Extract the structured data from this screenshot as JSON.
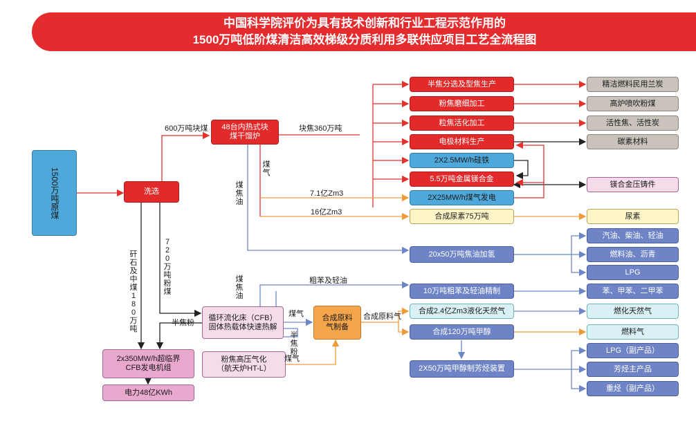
{
  "title_line1": "中国科学院评价为具有技术创新和行业工程示范作用的",
  "title_line2": "1500万吨低阶煤清洁高效梯级分质利用多联供应项目工艺全流程图",
  "nodes": {
    "raw_coal": "1500万吨原煤",
    "washing": "洗选",
    "pyrolysis": "48台内热式块煤干馏炉",
    "cfb_boiler": "2x350MW/h超临界CFB发电机组",
    "power": "电力48亿KWh",
    "cfb_pyrolysis": "循环流化床（CFB）固体热载体快速热解",
    "gasifier": "粉焦高压气化（航天炉HT-L）",
    "syngas_prep": "合成原料气制备",
    "coke_shaping": "半焦分选及型焦生产",
    "coke_grinding": "粉焦磨细加工",
    "activation": "粒焦活化加工",
    "electrode": "电极材料生产",
    "ferrosilicon": "2X2.5MW/h硅铁",
    "magnesium": "5.5万吨金属镁合金",
    "gas_power": "2X25MW/h煤气发电",
    "urea_plant": "合成尿素75万吨",
    "tar_hydro": "20x50万吨焦油加氢",
    "benzene_refine": "10万吨粗苯及轻油精制",
    "lng": "合成2.4亿Zm3液化天然气",
    "methanol": "合成120万吨甲醇",
    "aromatics": "2X50万吨甲醇制芳烃装置",
    "p_clean_fuel": "精洁燃料民用兰炭",
    "p_pci": "高炉喷吹粉煤",
    "p_active_coke": "活性焦、活性炭",
    "p_carbon": "碳素材料",
    "p_mg_casting": "镁合金压铸件",
    "p_urea": "尿素",
    "p_oil1": "汽油、柴油、轻油",
    "p_oil2": "燃料油、沥青",
    "p_lpg": "LPG",
    "p_benzene": "苯、甲苯、二甲苯",
    "p_ng": "燃化天然气",
    "p_fuelgas": "燃料气",
    "p_lpg2": "LPG（副产品）",
    "p_aromatics": "芳烃主产品",
    "p_heavy": "重烃（副产品）"
  },
  "labels": {
    "lump_coal": "600万吨块煤",
    "semi_coke": "块焦360万吨",
    "coal_gas_v": "煤气",
    "tar_v": "煤焦油",
    "gas_7": "7.1亿Zm3",
    "gas_16": "16亿Zm3",
    "gangue": "矸石及中煤180万吨",
    "powder_coal": "720万吨粉煤",
    "tar_v2": "煤焦油",
    "benzene_oil": "粗苯及轻油",
    "coal_gas_h": "煤气",
    "raw_gas": "合成原料气",
    "semi_coke_powder": "半焦粉",
    "semi_coke_powder_v": "半焦粉",
    "coal_gas_h2": "煤气"
  },
  "colors": {
    "banner": "#e42b2e",
    "red_line": "#e3322f",
    "blue_line": "#6c86c8",
    "orange_line": "#f29a3a",
    "black_line": "#222222"
  }
}
